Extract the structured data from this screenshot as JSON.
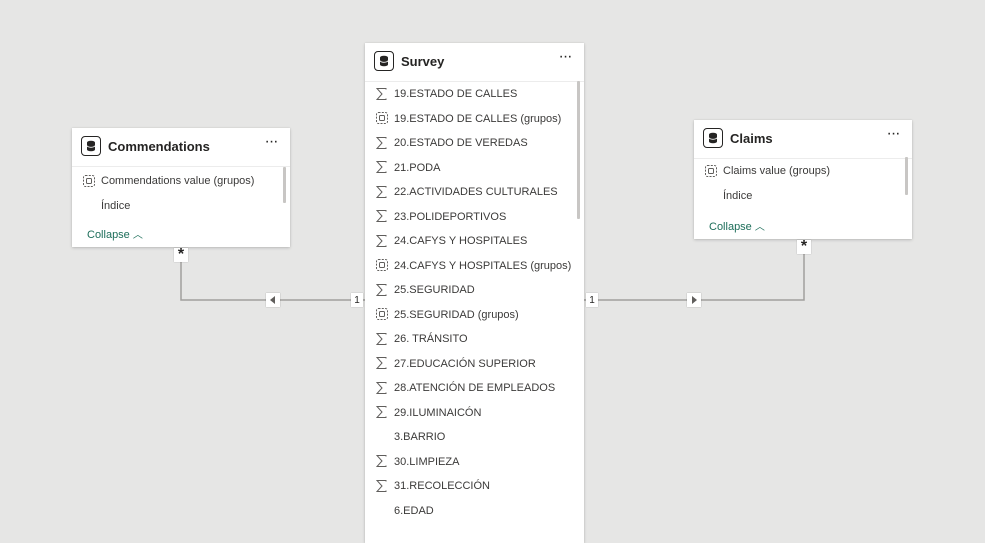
{
  "survey": {
    "title": "Survey",
    "more": "···",
    "fields": [
      {
        "icon": "sigma-icon",
        "label": "19.ESTADO DE CALLES"
      },
      {
        "icon": "group-icon",
        "label": "19.ESTADO DE CALLES (grupos)"
      },
      {
        "icon": "sigma-icon",
        "label": "20.ESTADO DE VEREDAS"
      },
      {
        "icon": "sigma-icon",
        "label": "21.PODA"
      },
      {
        "icon": "sigma-icon",
        "label": "22.ACTIVIDADES CULTURALES"
      },
      {
        "icon": "sigma-icon",
        "label": "23.POLIDEPORTIVOS"
      },
      {
        "icon": "sigma-icon",
        "label": "24.CAFYS Y HOSPITALES"
      },
      {
        "icon": "group-icon",
        "label": "24.CAFYS Y HOSPITALES (grupos)"
      },
      {
        "icon": "sigma-icon",
        "label": "25.SEGURIDAD"
      },
      {
        "icon": "group-icon",
        "label": "25.SEGURIDAD (grupos)"
      },
      {
        "icon": "sigma-icon",
        "label": "26. TRÁNSITO"
      },
      {
        "icon": "sigma-icon",
        "label": "27.EDUCACIÓN SUPERIOR"
      },
      {
        "icon": "sigma-icon",
        "label": "28.ATENCIÓN DE EMPLEADOS"
      },
      {
        "icon": "sigma-icon",
        "label": "29.ILUMINAICÓN"
      },
      {
        "icon": "none",
        "label": "3.BARRIO"
      },
      {
        "icon": "sigma-icon",
        "label": "30.LIMPIEZA"
      },
      {
        "icon": "sigma-icon",
        "label": "31.RECOLECCIÓN"
      },
      {
        "icon": "none",
        "label": "6.EDAD"
      }
    ]
  },
  "commendations": {
    "title": "Commendations",
    "more": "···",
    "fields": [
      {
        "icon": "group-icon",
        "label": "Commendations value (grupos)"
      },
      {
        "icon": "none",
        "label": "Índice"
      }
    ],
    "collapse": "Collapse"
  },
  "claims": {
    "title": "Claims",
    "more": "···",
    "fields": [
      {
        "icon": "group-icon",
        "label": "Claims value (groups)"
      },
      {
        "icon": "none",
        "label": "Índice"
      }
    ],
    "collapse": "Collapse"
  },
  "relationships": {
    "left": {
      "many": "*",
      "one": "1"
    },
    "right": {
      "one": "1",
      "many": "*"
    }
  }
}
